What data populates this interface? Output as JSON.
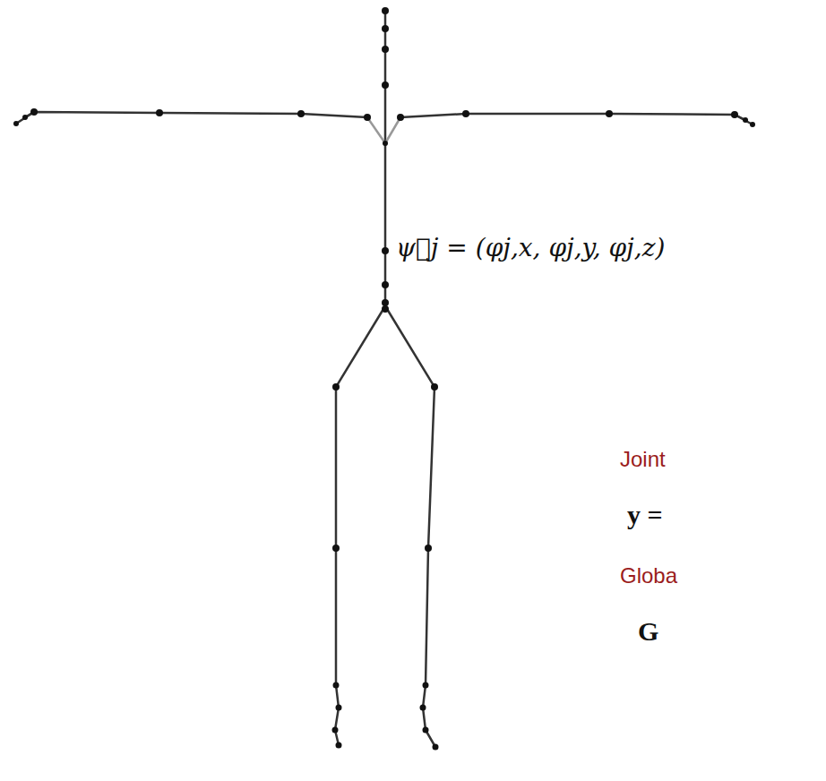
{
  "diagram": {
    "labels": [
      "ψ⃗j = (φj,x, φj,y, φj,z)",
      "Joint",
      "y =",
      "Globa",
      "G"
    ]
  }
}
